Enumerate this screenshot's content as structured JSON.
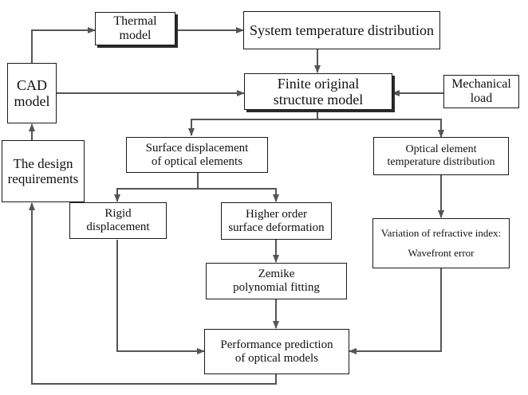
{
  "nodes": {
    "thermal_model": {
      "lines": [
        "Thermal",
        "model"
      ]
    },
    "system_temperature_distribution": {
      "lines": [
        "System temperature distribution"
      ]
    },
    "cad_model": {
      "lines": [
        "CAD",
        "model"
      ]
    },
    "finite_original_structure_model": {
      "lines": [
        "Finite original",
        "structure model"
      ]
    },
    "mechanical_load": {
      "lines": [
        "Mechanical",
        "load"
      ]
    },
    "design_requirements": {
      "lines": [
        "The design",
        "requirements"
      ]
    },
    "surface_displacement": {
      "lines": [
        "Surface displacement",
        "of optical elements"
      ]
    },
    "optical_element_temperature": {
      "lines": [
        "Optical element",
        "temperature distribution"
      ]
    },
    "rigid_displacement": {
      "lines": [
        "Rigid",
        "displacement"
      ]
    },
    "higher_order_surface_deformation": {
      "lines": [
        "Higher order",
        "surface deformation"
      ]
    },
    "refractive_index_variation": {
      "lines": [
        "Variation of refractive index:",
        "Wavefront error"
      ]
    },
    "zernike_polynomial_fitting": {
      "lines": [
        "Zemike",
        "polynomial fitting"
      ]
    },
    "performance_prediction": {
      "lines": [
        "Performance prediction",
        "of optical models"
      ]
    }
  },
  "edges": [
    [
      "cad_model",
      "thermal_model"
    ],
    [
      "thermal_model",
      "system_temperature_distribution"
    ],
    [
      "system_temperature_distribution",
      "finite_original_structure_model"
    ],
    [
      "cad_model",
      "finite_original_structure_model"
    ],
    [
      "mechanical_load",
      "finite_original_structure_model"
    ],
    [
      "design_requirements",
      "cad_model"
    ],
    [
      "finite_original_structure_model",
      "surface_displacement"
    ],
    [
      "finite_original_structure_model",
      "optical_element_temperature"
    ],
    [
      "surface_displacement",
      "rigid_displacement"
    ],
    [
      "surface_displacement",
      "higher_order_surface_deformation"
    ],
    [
      "optical_element_temperature",
      "refractive_index_variation"
    ],
    [
      "higher_order_surface_deformation",
      "zernike_polynomial_fitting"
    ],
    [
      "zernike_polynomial_fitting",
      "performance_prediction"
    ],
    [
      "rigid_displacement",
      "performance_prediction"
    ],
    [
      "refractive_index_variation",
      "performance_prediction"
    ],
    [
      "performance_prediction",
      "design_requirements"
    ]
  ]
}
